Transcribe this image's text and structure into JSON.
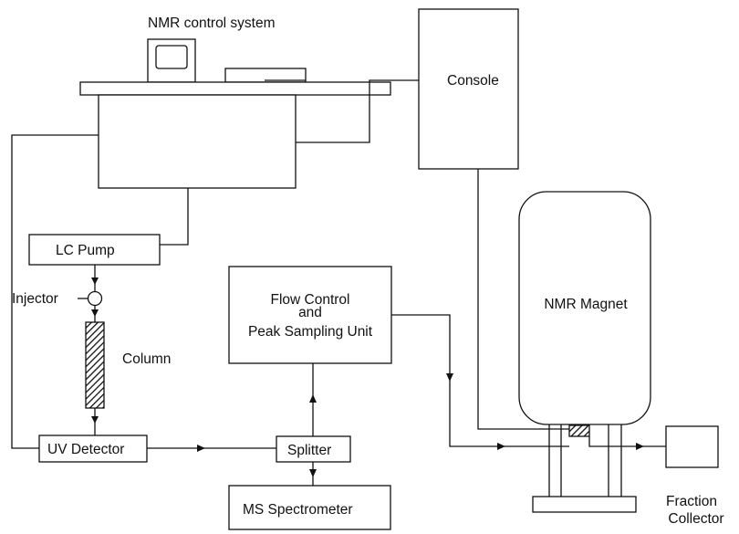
{
  "diagram": {
    "nmr_control_system": "NMR control system",
    "console": "Console",
    "lc_pump": "LC Pump",
    "injector": "Injector",
    "column": "Column",
    "uv_detector": "UV Detector",
    "splitter": "Splitter",
    "ms_spectrometer": "MS Spectrometer",
    "flow_control": {
      "line1": "Flow Control",
      "line2": "and",
      "line3": "Peak Sampling Unit"
    },
    "nmr_magnet": "NMR Magnet",
    "fraction_collector": {
      "line1": "Fraction",
      "line2": "Collector"
    }
  }
}
